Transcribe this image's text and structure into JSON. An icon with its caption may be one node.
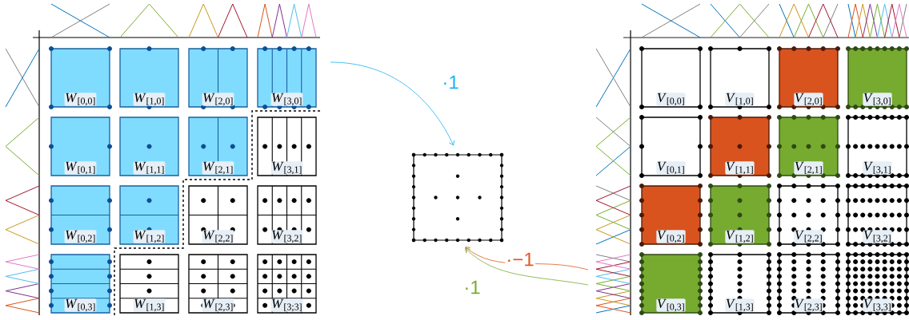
{
  "diagram": {
    "nodes": [
      {
        "text": [
          "*W*$_{[0,0]}$"
        ]
      },
      {
        "text": [
          "*W*$_{[1,0]}$"
        ]
      },
      {
        "text": [
          "*W*$_{[2,0]}$"
        ]
      },
      {
        "text": [
          "*W*$_{[3,0]}$"
        ]
      },
      {
        "text": [
          "*W*$_{[0,1]}$"
        ]
      },
      {
        "text": [
          "*W*$_{[1,1]}$"
        ]
      },
      {
        "text": [
          "*W*$_{[2,1]}$"
        ]
      },
      {
        "text": [
          "*W*$_{[3,1]}$"
        ]
      },
      {
        "text": [
          "*W*$_{[0,2]}$"
        ]
      },
      {
        "text": [
          "*W*$_{[1,2]}$"
        ]
      },
      {
        "text": [
          "*W*$_{[2,2]}$"
        ]
      },
      {
        "text": [
          "*W*$_{[3,2]}$"
        ]
      },
      {
        "text": [
          "*W*$_{[0,3]}$"
        ]
      },
      {
        "text": [
          "*W*$_{[1,3]}$"
        ]
      },
      {
        "text": [
          "*W*$_{[2,3]}$"
        ]
      },
      {
        "text": [
          "*W*$_{[3;3]}$"
        ]
      },
      {
        "text": [],
        "shape": "box"
      },
      {
        "text": [
          "*V*$_{[0,0]}$"
        ]
      },
      {
        "text": [
          "*V*$_{[1,0]}$"
        ]
      },
      {
        "text": [
          "*V*$_{[2,0]}$"
        ]
      },
      {
        "text": [
          "*V*$_{[3,0]}$"
        ]
      },
      {
        "text": [
          "*V*$_{[0,1]}$"
        ]
      },
      {
        "text": [
          "*V*$_{[1,1]}$"
        ]
      },
      {
        "text": [
          "*V*$_{[2,1]}$"
        ]
      },
      {
        "text": [
          "*V*$_{[3,1]}$"
        ]
      },
      {
        "text": [
          "*V*$_{[0,2]}$"
        ]
      },
      {
        "text": [
          "*V*$_{[1,2]}$"
        ]
      },
      {
        "text": [
          "*V*$_{[2,2]}$"
        ]
      },
      {
        "text": [
          "*V*$_{[3,2]}$"
        ]
      },
      {
        "text": [
          "*V*$_{[0,3]}$"
        ]
      },
      {
        "text": [
          "*V*$_{[1,3]}$"
        ]
      },
      {
        "text": [
          "*V*$_{[2,3]}$"
        ]
      },
      {
        "text": [
          "*V*$_{[3,3]}$"
        ]
      }
    ],
    "edges": [
      {
        "from": null,
        "to": 16,
        "arrow": "to",
        "label": "·1",
        "color": "#1ab4f0"
      },
      {
        "from": null,
        "to": 16,
        "arrow": "to",
        "label": "·−1",
        "color": "#e05a1e"
      },
      {
        "from": null,
        "to": 16,
        "arrow": "to",
        "label": "·1",
        "color": "#7aab30"
      }
    ]
  }
}
